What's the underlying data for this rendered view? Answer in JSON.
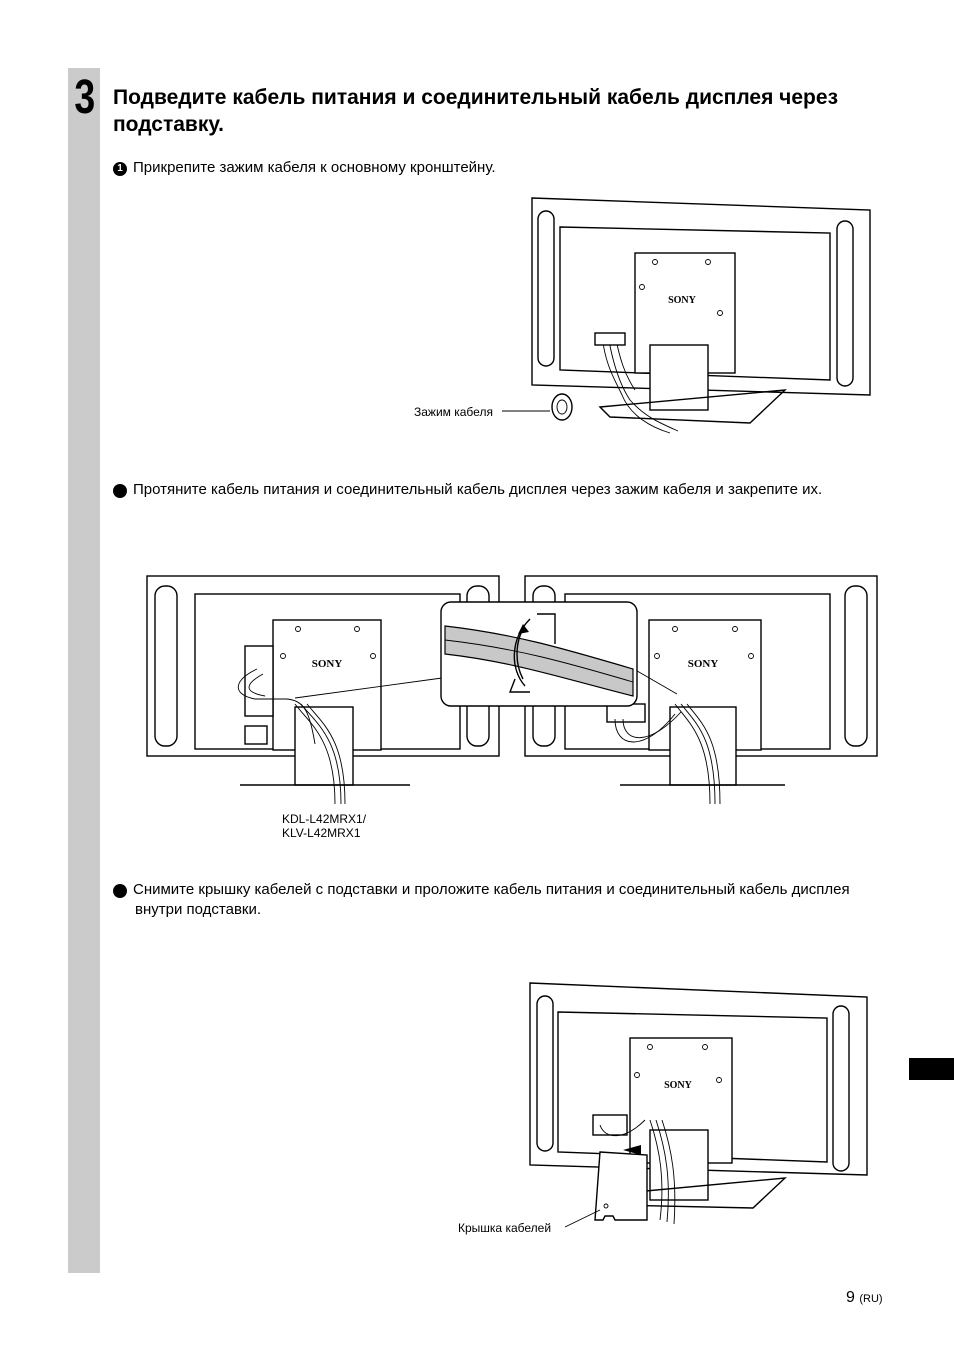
{
  "step": {
    "number": "3",
    "title": "Подведите кабель питания и соединительный кабель дисплея через подставку."
  },
  "substeps": [
    {
      "bullet": "1",
      "text": "Прикрепите зажим кабеля к основному кронштейну."
    },
    {
      "bullet": "2",
      "text": "Протяните кабель питания и соединительный кабель дисплея через зажим кабеля и закрепите их."
    },
    {
      "bullet": "3",
      "text": "Снимите крышку кабелей с подставки и проложите кабель питания и соединительный кабель дисплея внутри подставки."
    }
  ],
  "figures": {
    "fig1_label": "Зажим кабеля",
    "fig2_model_line1": "KDL-L42MRX1/",
    "fig2_model_line2": "KLV-L42MRX1",
    "fig3_label": "Крышка кабелей",
    "brand": "SONY"
  },
  "page": {
    "number": "9",
    "lang": "(RU)"
  }
}
